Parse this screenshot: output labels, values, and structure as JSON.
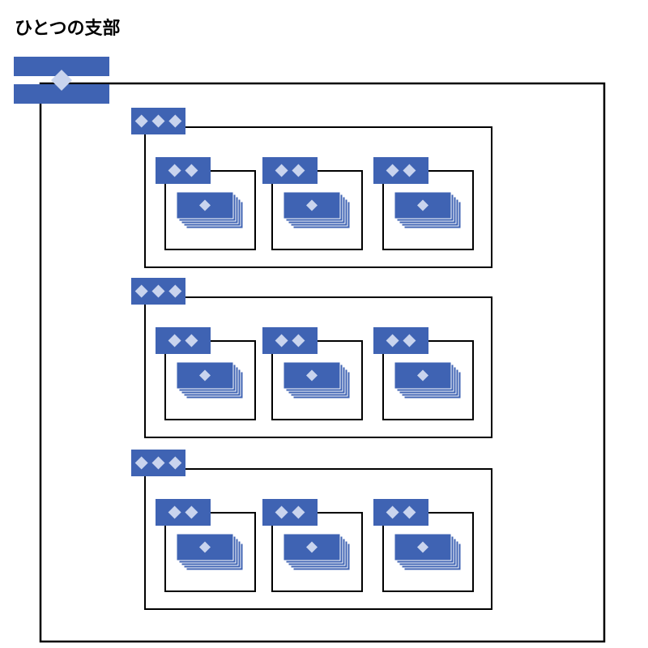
{
  "title": "ひとつの支部",
  "colors": {
    "accent": "#3f63b3",
    "diamond": "#c9d4ee",
    "frame": "#000000"
  },
  "diagram": {
    "root": {
      "marker_count": 1
    },
    "groups": [
      {
        "marker_count": 3,
        "units": [
          {
            "marker_count": 2,
            "card_marker_count": 1
          },
          {
            "marker_count": 2,
            "card_marker_count": 1
          },
          {
            "marker_count": 2,
            "card_marker_count": 1
          }
        ]
      },
      {
        "marker_count": 3,
        "units": [
          {
            "marker_count": 2,
            "card_marker_count": 1
          },
          {
            "marker_count": 2,
            "card_marker_count": 1
          },
          {
            "marker_count": 2,
            "card_marker_count": 1
          }
        ]
      },
      {
        "marker_count": 3,
        "units": [
          {
            "marker_count": 2,
            "card_marker_count": 1
          },
          {
            "marker_count": 2,
            "card_marker_count": 1
          },
          {
            "marker_count": 2,
            "card_marker_count": 1
          }
        ]
      }
    ]
  }
}
